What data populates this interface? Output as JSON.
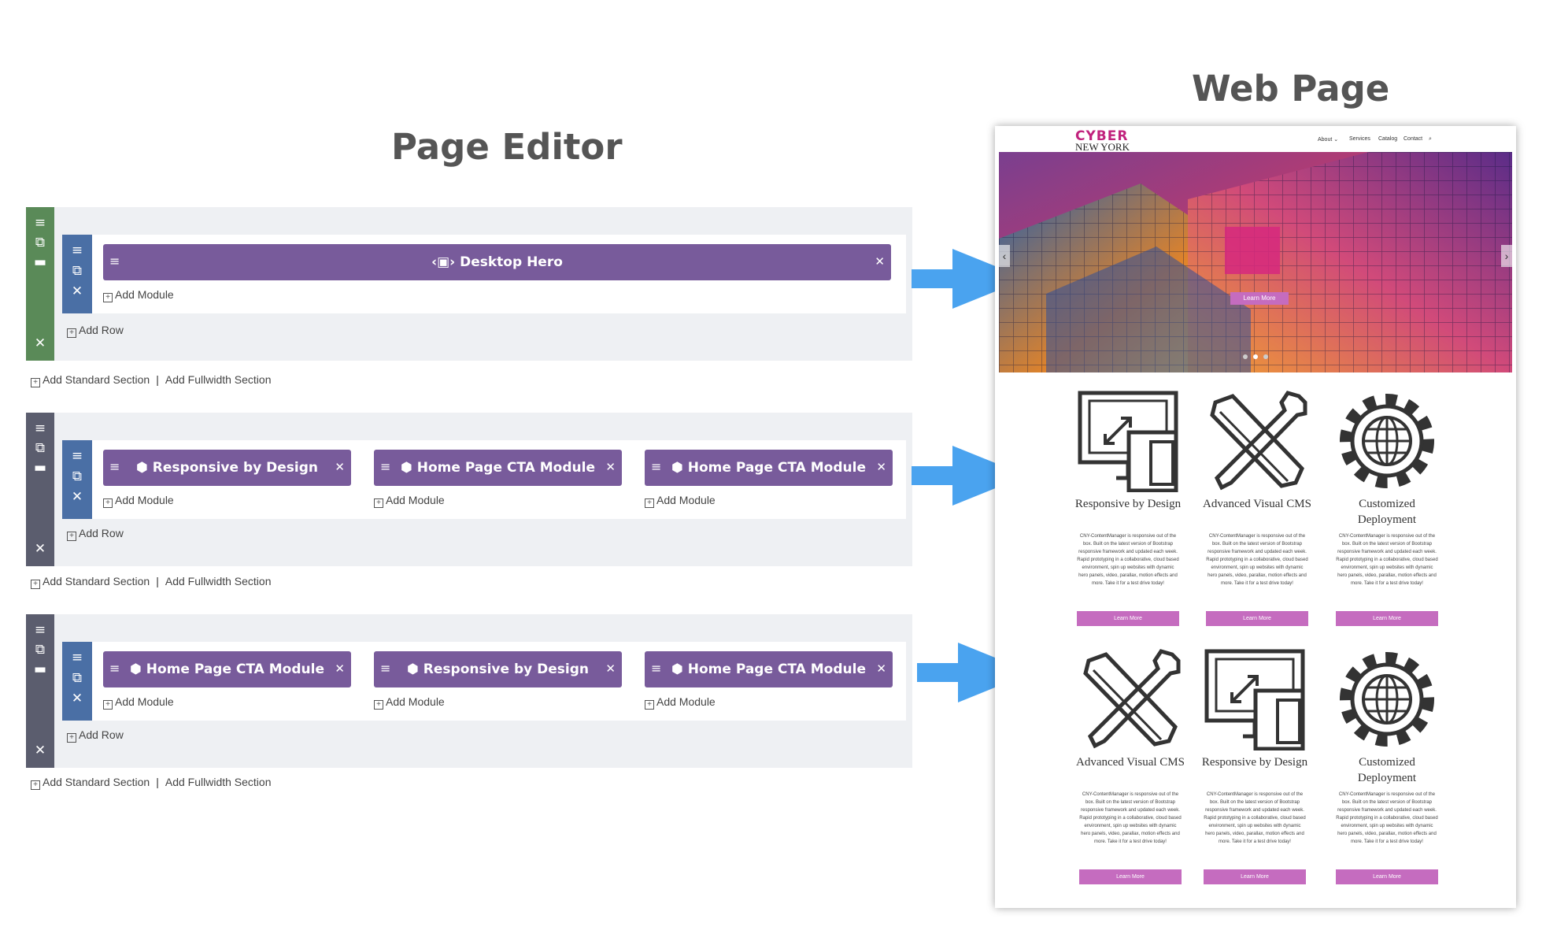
{
  "headings": {
    "editor": "Page Editor",
    "webpage": "Web Page"
  },
  "colors": {
    "section_green": "#5a8a58",
    "section_gray": "#5b5d6e",
    "row_blue": "#4a6fa5",
    "module_purple": "#785b9b",
    "arrow_blue": "#4aa3ef",
    "button_pink": "#c56cbf",
    "logo_pink": "#c1227d"
  },
  "editor": {
    "sections": [
      {
        "rows": [
          {
            "modules": [
              {
                "label": "Desktop Hero",
                "icon": "image-slider-icon"
              }
            ]
          }
        ]
      },
      {
        "rows": [
          {
            "modules": [
              {
                "label": "Responsive by Design",
                "icon": "cube-icon"
              },
              {
                "label": "Home Page CTA Module",
                "icon": "cube-icon"
              },
              {
                "label": "Home Page CTA Module",
                "icon": "cube-icon"
              }
            ]
          }
        ]
      },
      {
        "rows": [
          {
            "modules": [
              {
                "label": "Home Page CTA Module",
                "icon": "cube-icon"
              },
              {
                "label": "Responsive by Design",
                "icon": "cube-icon"
              },
              {
                "label": "Home Page CTA Module",
                "icon": "cube-icon"
              }
            ]
          }
        ]
      }
    ],
    "add_module": "Add Module",
    "add_row": "Add Row",
    "add_standard_section": "Add Standard Section",
    "add_fullwidth_section": "Add Fullwidth Section"
  },
  "website": {
    "logo": {
      "line1": "CYBER",
      "line2": "NEW YORK"
    },
    "nav": [
      "About ⌄",
      "Services",
      "Catalog",
      "Contact"
    ],
    "hero": {
      "button": "Learn More",
      "slides": 3,
      "active_slide": 2
    },
    "features": [
      {
        "title": "Responsive by Design",
        "icon": "responsive-devices-icon"
      },
      {
        "title": "Advanced Visual CMS",
        "icon": "pencil-wrench-icon"
      },
      {
        "title": "Customized Deployment",
        "icon": "gear-globe-icon"
      },
      {
        "title": "Advanced Visual CMS",
        "icon": "pencil-wrench-icon"
      },
      {
        "title": "Responsive by Design",
        "icon": "responsive-devices-icon"
      },
      {
        "title": "Customized Deployment",
        "icon": "gear-globe-icon"
      }
    ],
    "feature_desc": "CNY-ContentManager is responsive out of the box. Built on the latest version of Bootstrap responsive framework and updated each week. Rapid prototyping in a collaborative, cloud based environment, spin up websites with dynamic hero panels, video, parallax, motion effects and more. Take it for a test drive today!",
    "feature_button": "Learn More"
  }
}
